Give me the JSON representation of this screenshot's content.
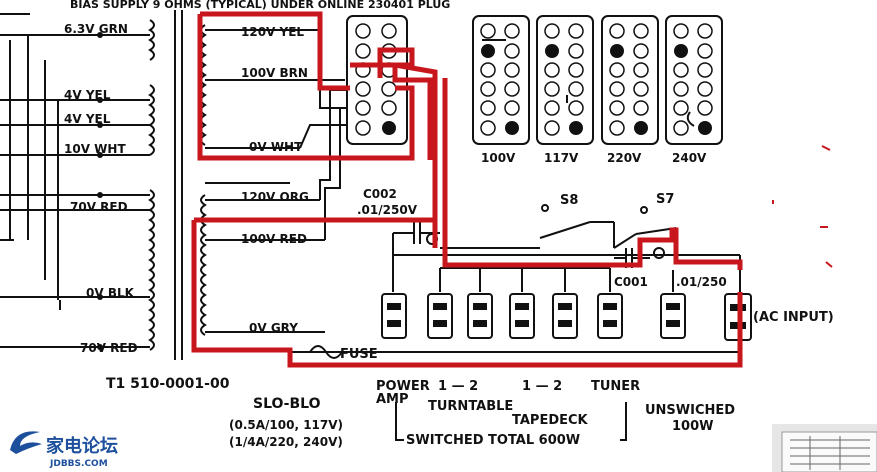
{
  "labels": {
    "header": "BIAS  SUPPLY  9 OHMS (TYPICAL)  UNDER  ONLINE  230401  PLUG",
    "sec_63v": "6.3V GRN",
    "sec_4v_a": "4V    YEL",
    "sec_4v_b": "4V    YEL",
    "sec_10v": "10V  WHT",
    "sec_70v_a": "70V RED",
    "sec_0v_blk": "0V BLK",
    "sec_70v_b": "70V RED",
    "pri_120_yel": "120V YEL",
    "pri_100_brn": "100V BRN",
    "pri_0_wht": "0V  WHT",
    "pri_120_org": "120V ORG",
    "pri_100_red": "100V RED",
    "pri_0_gry": "0V   GRY",
    "transformer": "T1  510-0001-00",
    "plug_100": "100V",
    "plug_117": "117V",
    "plug_220": "220V",
    "plug_240": "240V",
    "cap_c002_name": "C002",
    "cap_c002_val": ".01/250V",
    "switch_s8": "S8",
    "switch_s7": "S7",
    "cap_c001": "C001",
    "cap_c001_val": ".01/250",
    "ac_input": "(AC INPUT)",
    "fuse": "FUSE",
    "out_power_a": "POWER",
    "out_power_b": "AMP",
    "out_turntable_num": "1 — 2",
    "out_turntable": "TURNTABLE",
    "out_tapedeck_num": "1 — 2",
    "out_tapedeck": "TAPEDECK",
    "out_tuner": "TUNER",
    "unswitched_a": "UNSWICHED",
    "unswitched_b": "100W",
    "fuse_type": "SLO-BLO",
    "fuse_rating_a": "(0.5A/100, 117V)",
    "fuse_rating_b": "(1/4A/220, 240V)",
    "switched_total": "SWITCHED  TOTAL  600W",
    "logo_text": "家电论坛",
    "logo_sub": "JDBBS.COM"
  },
  "colors": {
    "line": "#111111",
    "highlight": "#c8161d",
    "logo": "#1d4f9c"
  }
}
